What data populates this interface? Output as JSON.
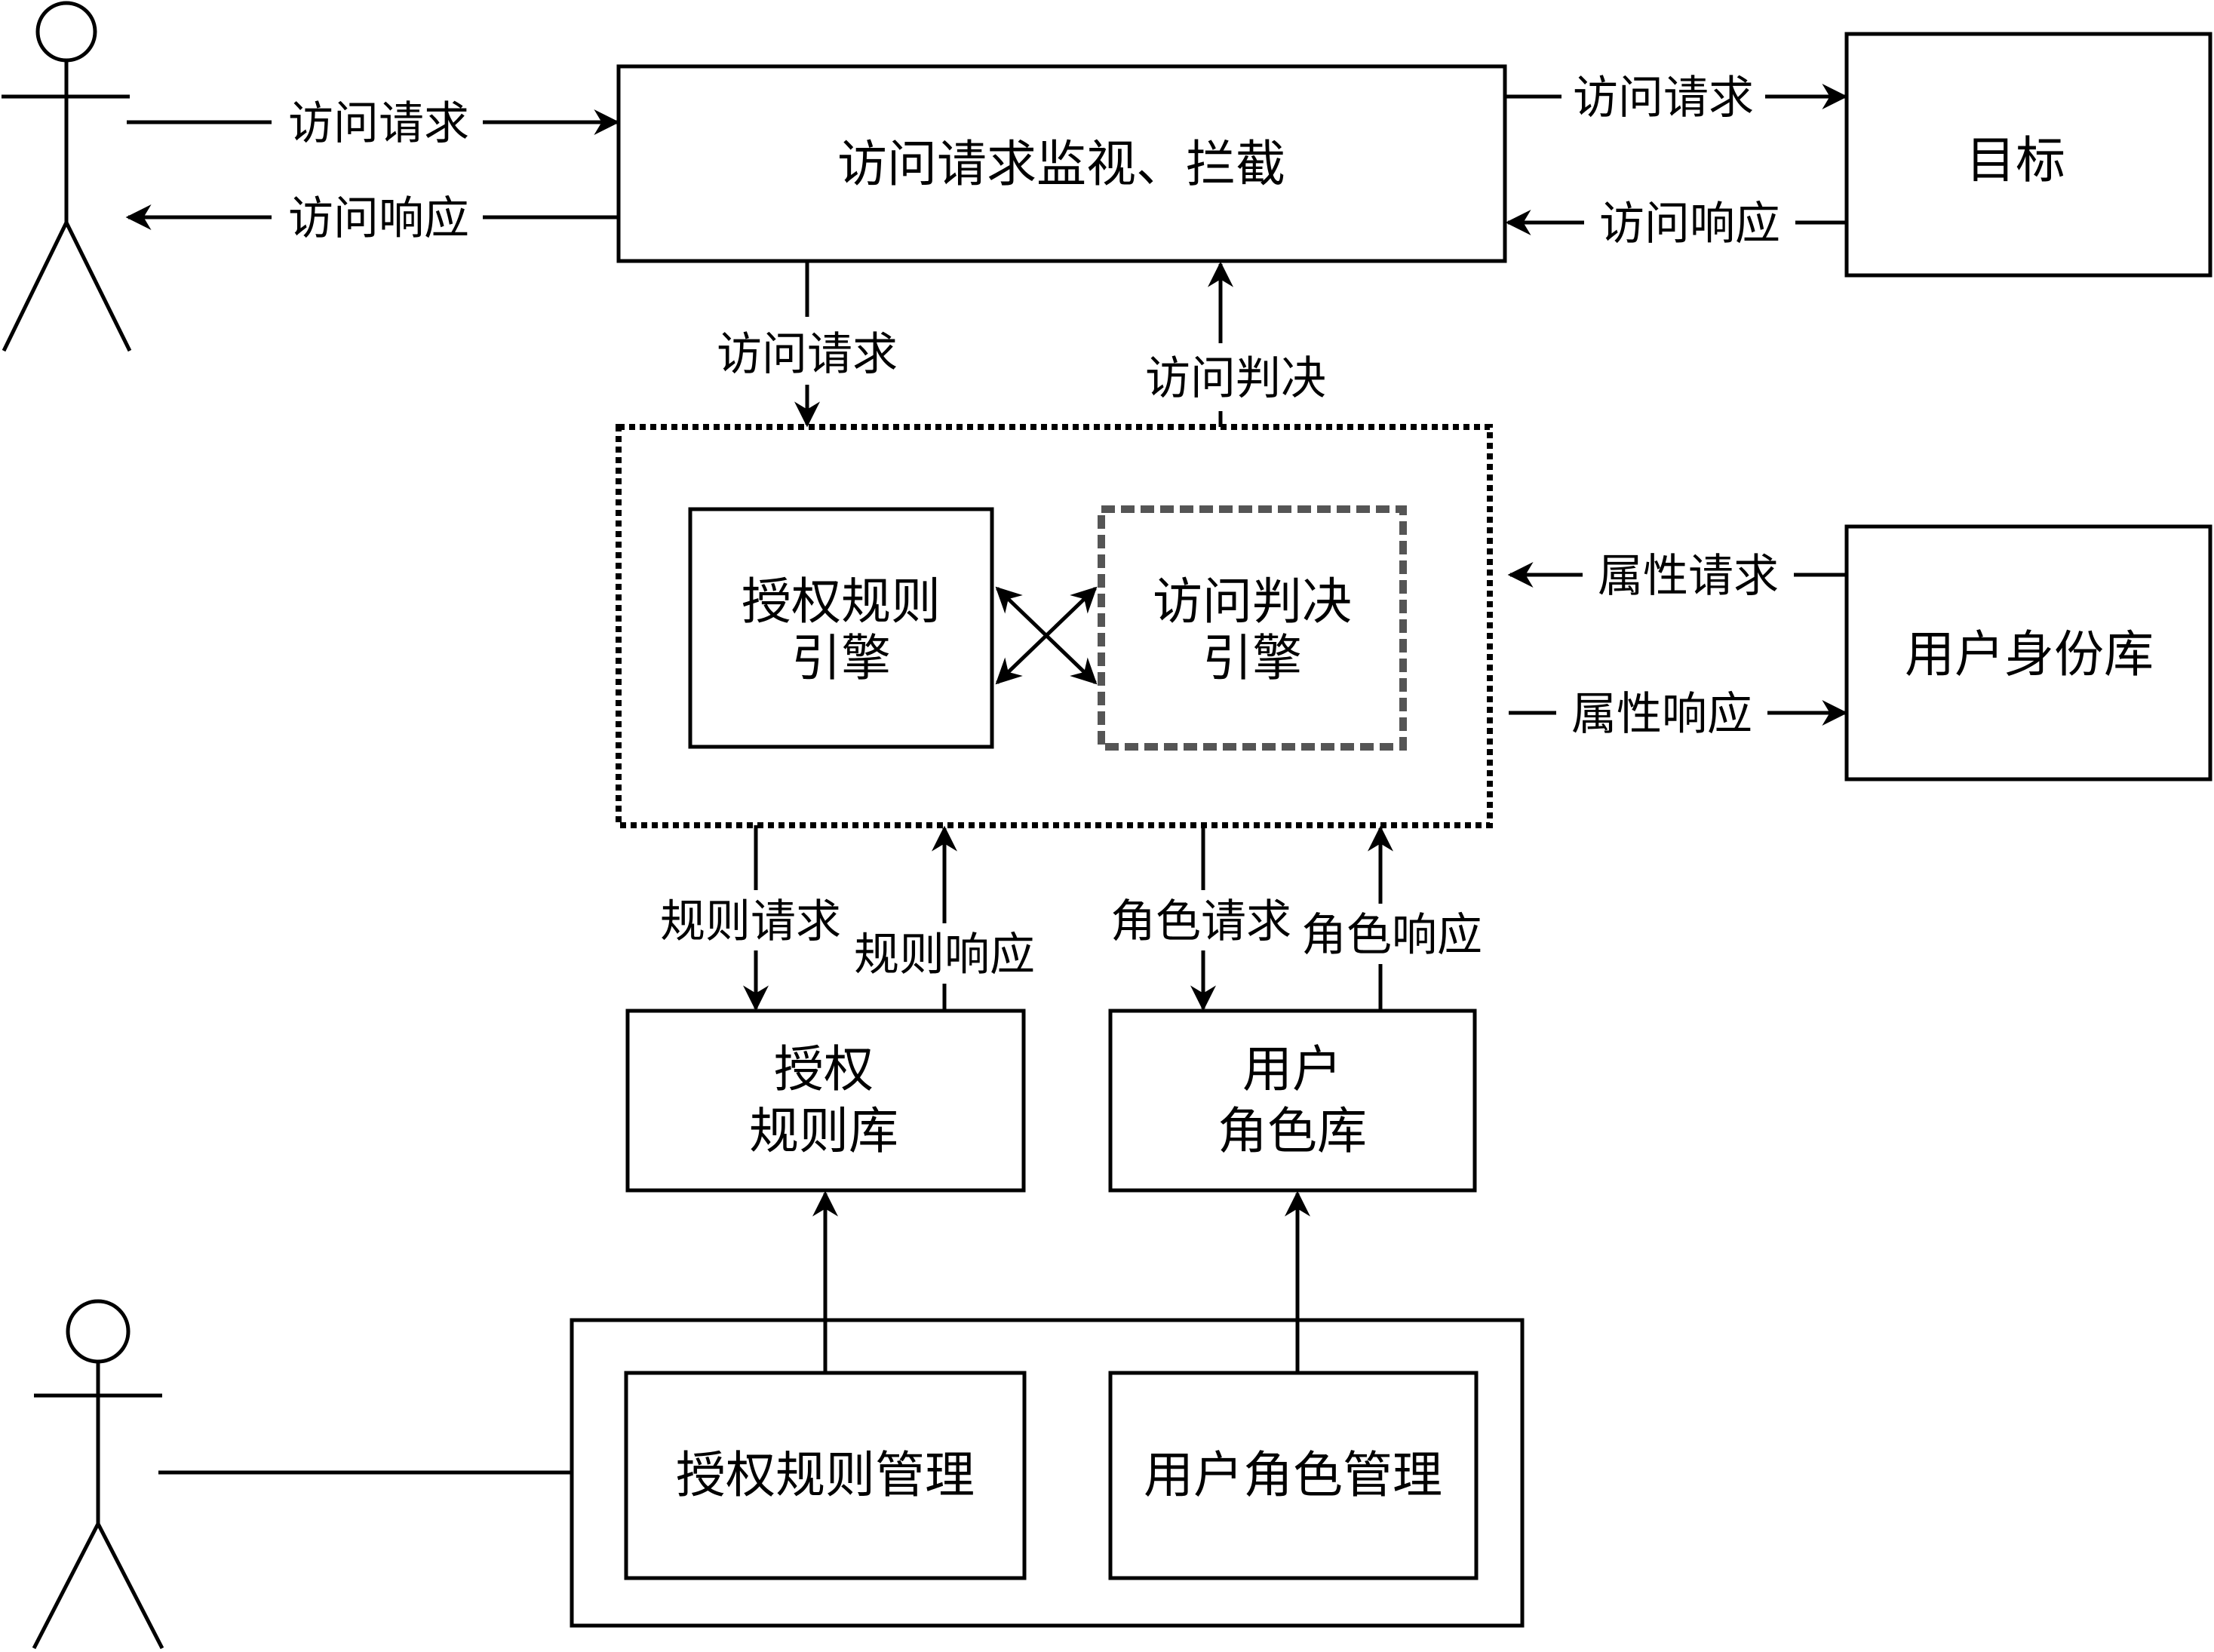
{
  "actors": {
    "requester": "user",
    "administrator": "user"
  },
  "boxes": {
    "monitor": "访问请求监视、拦截",
    "target": "目标",
    "rule_engine": [
      "授权规则",
      "引擎"
    ],
    "decision_engine": [
      "访问判决",
      "引擎"
    ],
    "identity_db": "用户身份库",
    "rule_db": [
      "授权",
      "规则库"
    ],
    "role_db": [
      "用户",
      "角色库"
    ],
    "rule_mgmt": "授权规则管理",
    "role_mgmt": "用户角色管理"
  },
  "edges": {
    "user_access_request": "访问请求",
    "user_access_response": "访问响应",
    "target_access_request": "访问请求",
    "target_access_response": "访问响应",
    "engine_access_request": "访问请求",
    "engine_access_decision": "访问判决",
    "attr_request": "属性请求",
    "attr_response": "属性响应",
    "rule_request": "规则请求",
    "rule_response": "规则响应",
    "role_request": "角色请求",
    "role_response": "角色响应"
  },
  "colors": {
    "stroke": "#000000",
    "dashed_stroke": "#555555",
    "background": "#ffffff"
  }
}
